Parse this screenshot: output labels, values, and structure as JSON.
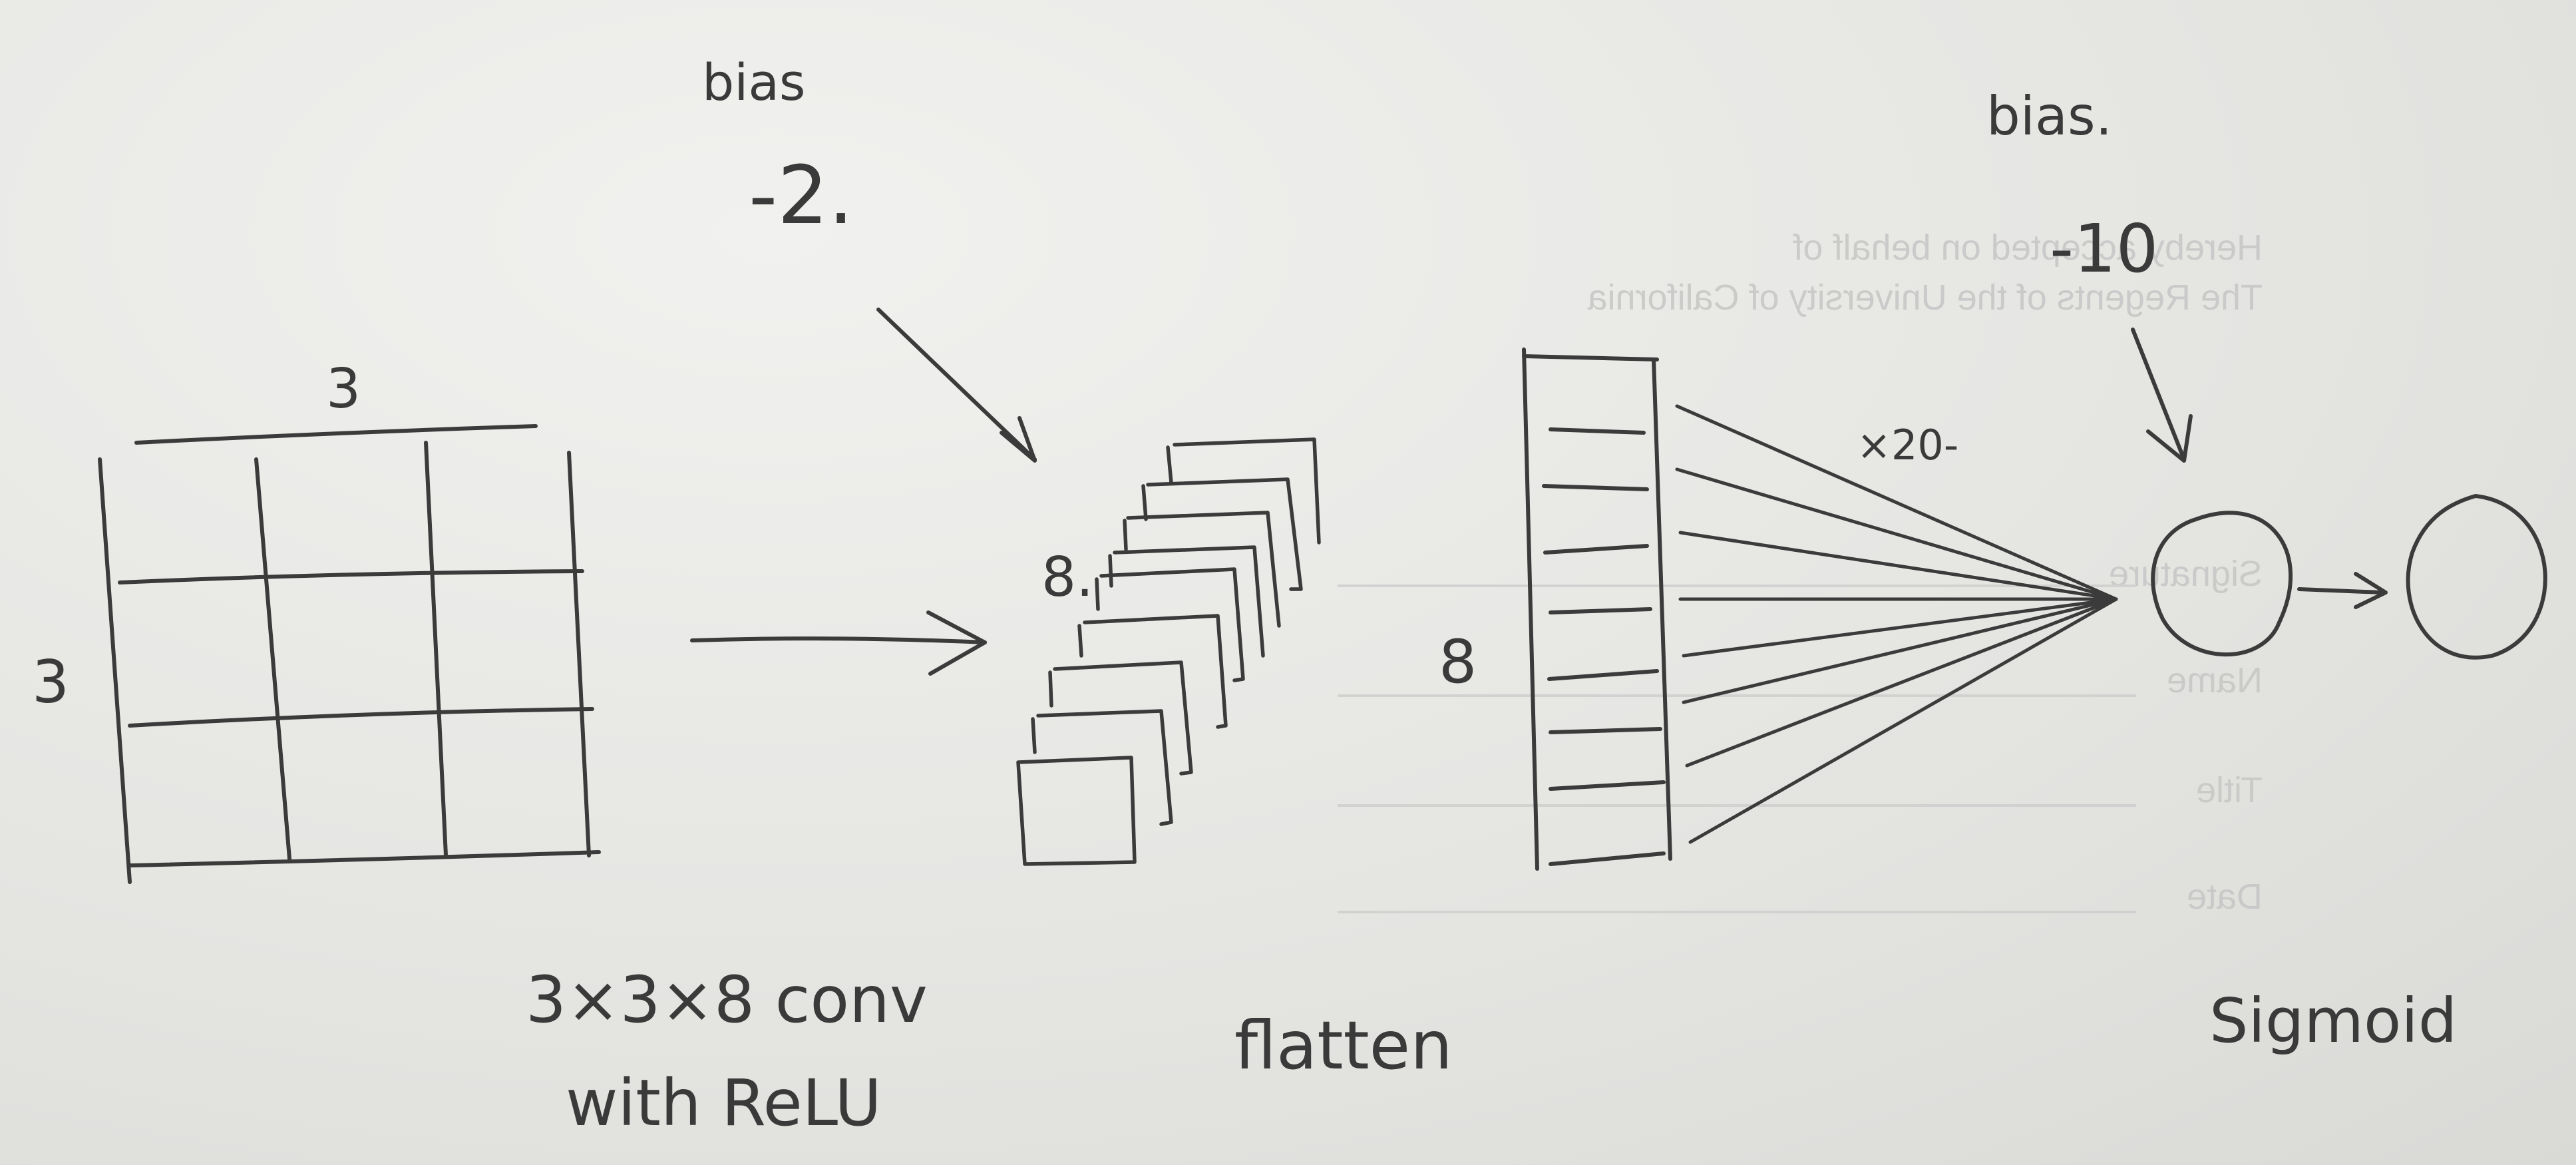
{
  "grid_label_top": "3",
  "grid_label_left": "3",
  "conv_label_line1": "3×3×8 conv",
  "conv_label_line2": "with ReLU",
  "conv_bias_word": "bias",
  "conv_bias_value": "-2.",
  "stack_count": "8.",
  "flatten_label": "flatten",
  "flatten_size": "8",
  "weight_scale": "×20-",
  "dense_bias_word": "bias.",
  "dense_bias_value": "-10",
  "sigmoid_label": "Sigmoid",
  "bleed_through": {
    "line1": "Hereby accepted on behalf of",
    "line2": "The Regents of the University of California",
    "signature": "Signature",
    "name": "Name",
    "title": "Title",
    "date": "Date"
  }
}
